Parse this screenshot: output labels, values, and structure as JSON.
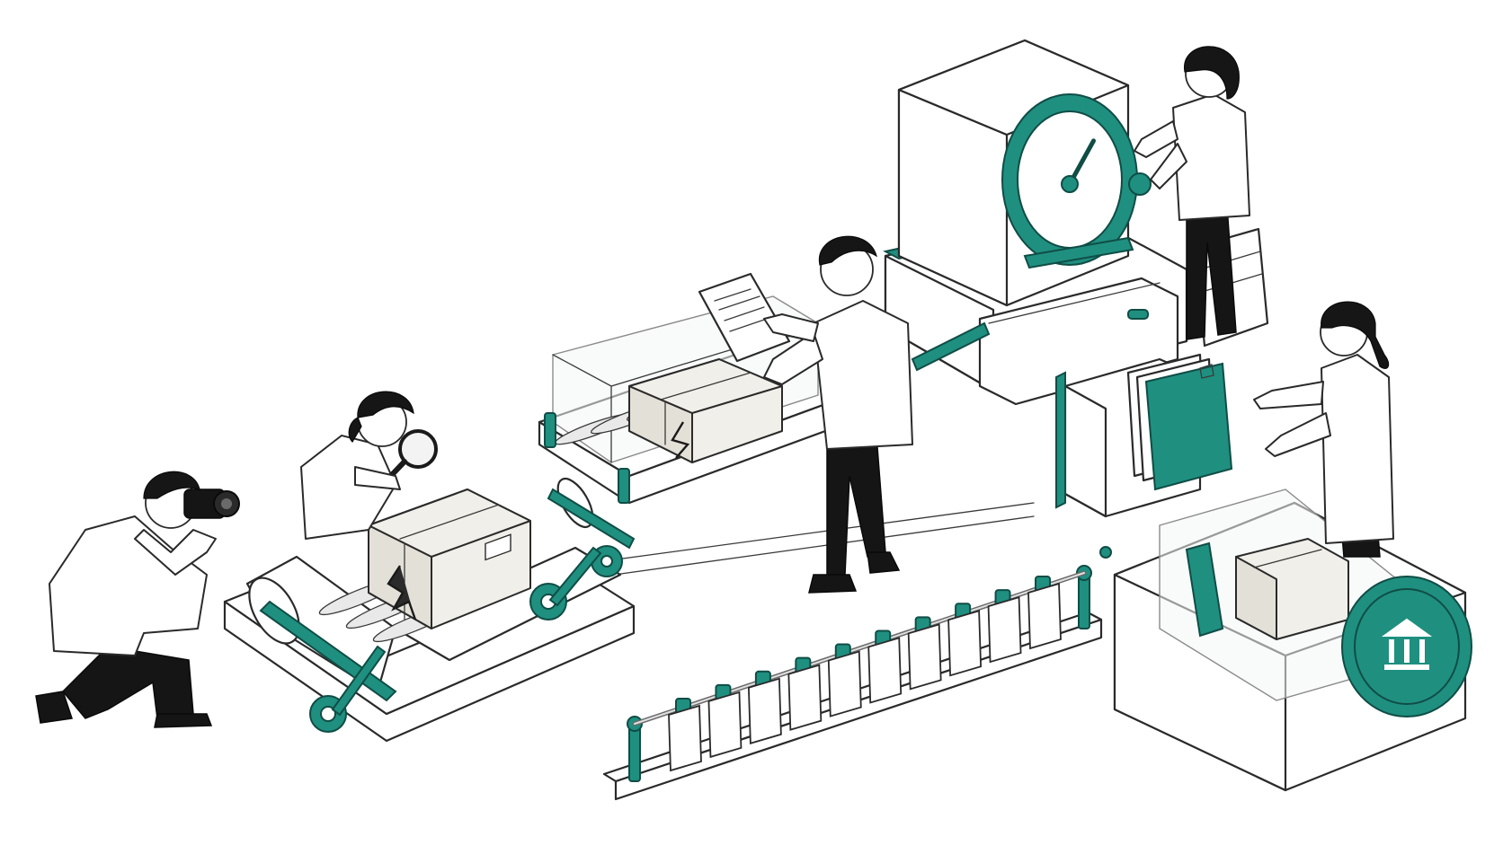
{
  "scene": {
    "palette": {
      "accent": "#1f8f80",
      "accent_dark": "#0f4d45",
      "ink": "#2a2a2a",
      "background": "#ffffff"
    },
    "stations": [
      {
        "name": "photographer",
        "icon": "camera-icon"
      },
      {
        "name": "inspection-conveyor",
        "icon": "magnifier-icon"
      },
      {
        "name": "document-review-conveyor",
        "icon": "clipboard-icon"
      },
      {
        "name": "weighing-scale-machine",
        "icon": "gauge-icon"
      },
      {
        "name": "filing-station",
        "icon": "folder-icon"
      },
      {
        "name": "archive-capsule",
        "icon": "institution-icon"
      },
      {
        "name": "tag-rack",
        "icon": "tag-icon"
      }
    ],
    "gauge_needle_level": 0.62,
    "tag_count": 10
  }
}
